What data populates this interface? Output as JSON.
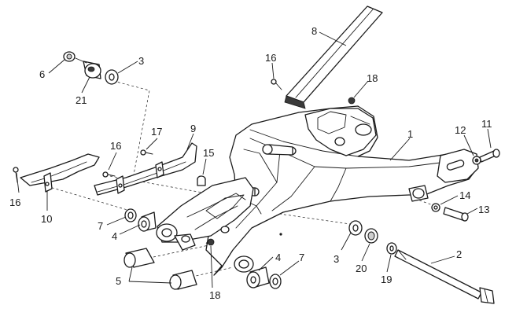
{
  "callouts": {
    "c1": "1",
    "c2": "2",
    "c3a": "3",
    "c3b": "3",
    "c4a": "4",
    "c4b": "4",
    "c5": "5",
    "c6": "6",
    "c7a": "7",
    "c7b": "7",
    "c8": "8",
    "c9": "9",
    "c10": "10",
    "c11": "11",
    "c12": "12",
    "c13": "13",
    "c14": "14",
    "c15": "15",
    "c16a": "16",
    "c16b": "16",
    "c16c": "16",
    "c17": "17",
    "c18a": "18",
    "c18b": "18",
    "c19": "19",
    "c20": "20",
    "c21": "21"
  }
}
